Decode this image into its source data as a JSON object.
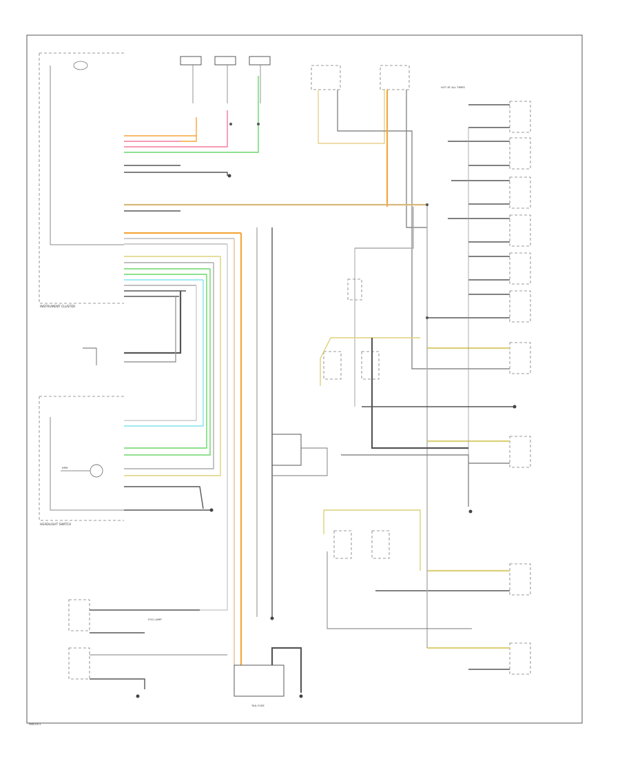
{
  "diagram": {
    "footer_code": "FN54 R-1",
    "colors": {
      "orange": "#f4a63a",
      "pink": "#f27a9a",
      "green": "#6ad66a",
      "yellow": "#ddd07a",
      "cyan": "#7fe3ee",
      "gray": "#9a9a9a",
      "dark": "#555555",
      "tan": "#d9b77a"
    },
    "labels": {
      "instrument_cluster": "INSTRUMENT CLUSTER",
      "headlight_switch": "HEADLIGHT SWITCH",
      "fog_lamp": "FOG LAMP",
      "hot_at_all_times": "HOT AT ALL TIMES",
      "tail_fuse": "TAIL FUSE",
      "rpm": "RPM"
    }
  }
}
